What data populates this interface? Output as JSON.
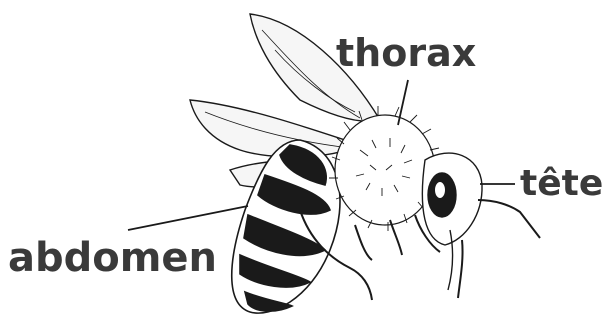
{
  "labels": {
    "thorax": "thorax",
    "tete": "tête",
    "abdomen": "abdomen"
  },
  "colors": {
    "label_text": "#3a3a3a",
    "ink": "#1a1a1a",
    "background": "#ffffff"
  }
}
